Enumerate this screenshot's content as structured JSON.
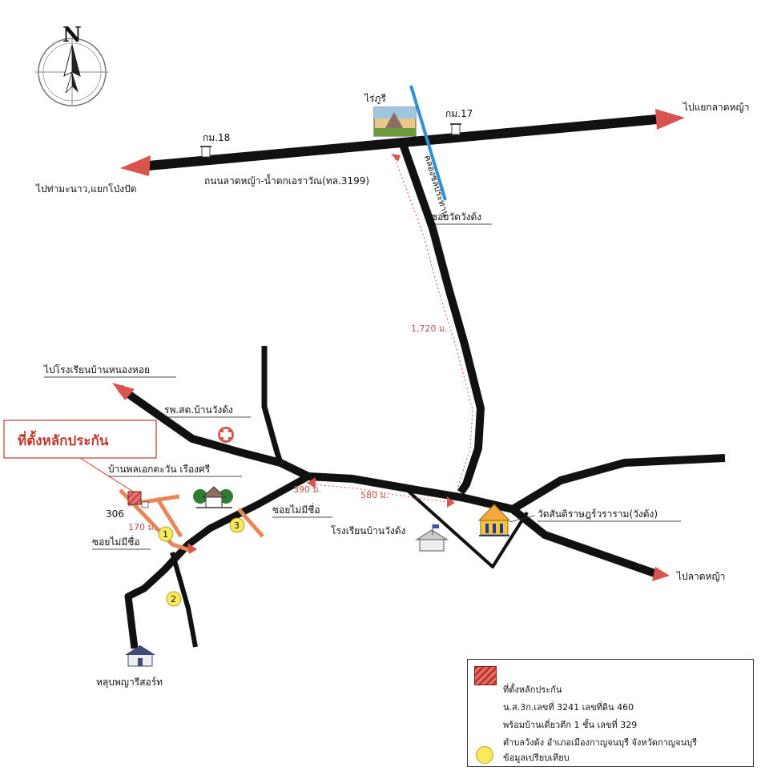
{
  "compass": {
    "north": "N"
  },
  "roads": {
    "main_road": "ถนนลาดหญ้า-น้ำตกเอราวัณ(ทล.3199)",
    "to_ladya_junction": "ไปแยกลาดหญ้า",
    "to_thamanao": "ไปท่ามะนาว,แยกโป่งปัด",
    "km18": "กม.18",
    "km17": "กม.17",
    "canal": "คลองชลประทาน",
    "soi_wat_wangdang": "ซอยวัดวังด้ง",
    "to_school_nonghoi": "ไปโรงเรียนบ้านหนองหอย",
    "to_ladya": "ไปลาดหญ้า",
    "soi_no_name_1": "ซอยไม่มีชื่อ",
    "soi_no_name_2": "ซอยไม่มีชื่อ"
  },
  "landmarks": {
    "rai_phuri": "ไร่ภูรี",
    "health_station": "รพ.สต.บ้านวังด้ง",
    "house_pol": "บ้านพลเอกตะวัน เรืองศรี",
    "school": "โรงเรียนบ้านวังด้ง",
    "temple": "วัดสันติราษฎร์วราราม(วังด้ง)",
    "resort": "หลุบพญารีสอร์ท",
    "lot_number": "306",
    "collateral_title": "ที่ตั้งหลักประกัน"
  },
  "distances": {
    "d1720": "1,720 ม.",
    "d580": "580 ม.",
    "d390": "390 ม.",
    "d170": "170 ม."
  },
  "markers": {
    "m1": "1",
    "m2": "2",
    "m3": "3"
  },
  "legend": {
    "collateral": "ที่ตั้งหลักประกัน",
    "deed": "น.ส.3ก.เลขที่ 3241 เลขที่ดิน 460",
    "house": "พร้อมบ้านเดี่ยวตึก 1 ชั้น เลขที่ 329",
    "location": "ตำบลวังด้ง อำเภอเมืองกาญจนบุรี จังหวัดกาญจนบุรี",
    "comparable": "ข้อมูลเปรียบเทียบ"
  },
  "colors": {
    "road": "#111111",
    "arrow": "#d9534f",
    "canal": "#2f8fd8",
    "collateral": "#e8875a",
    "marker": "#f7ea5a"
  }
}
